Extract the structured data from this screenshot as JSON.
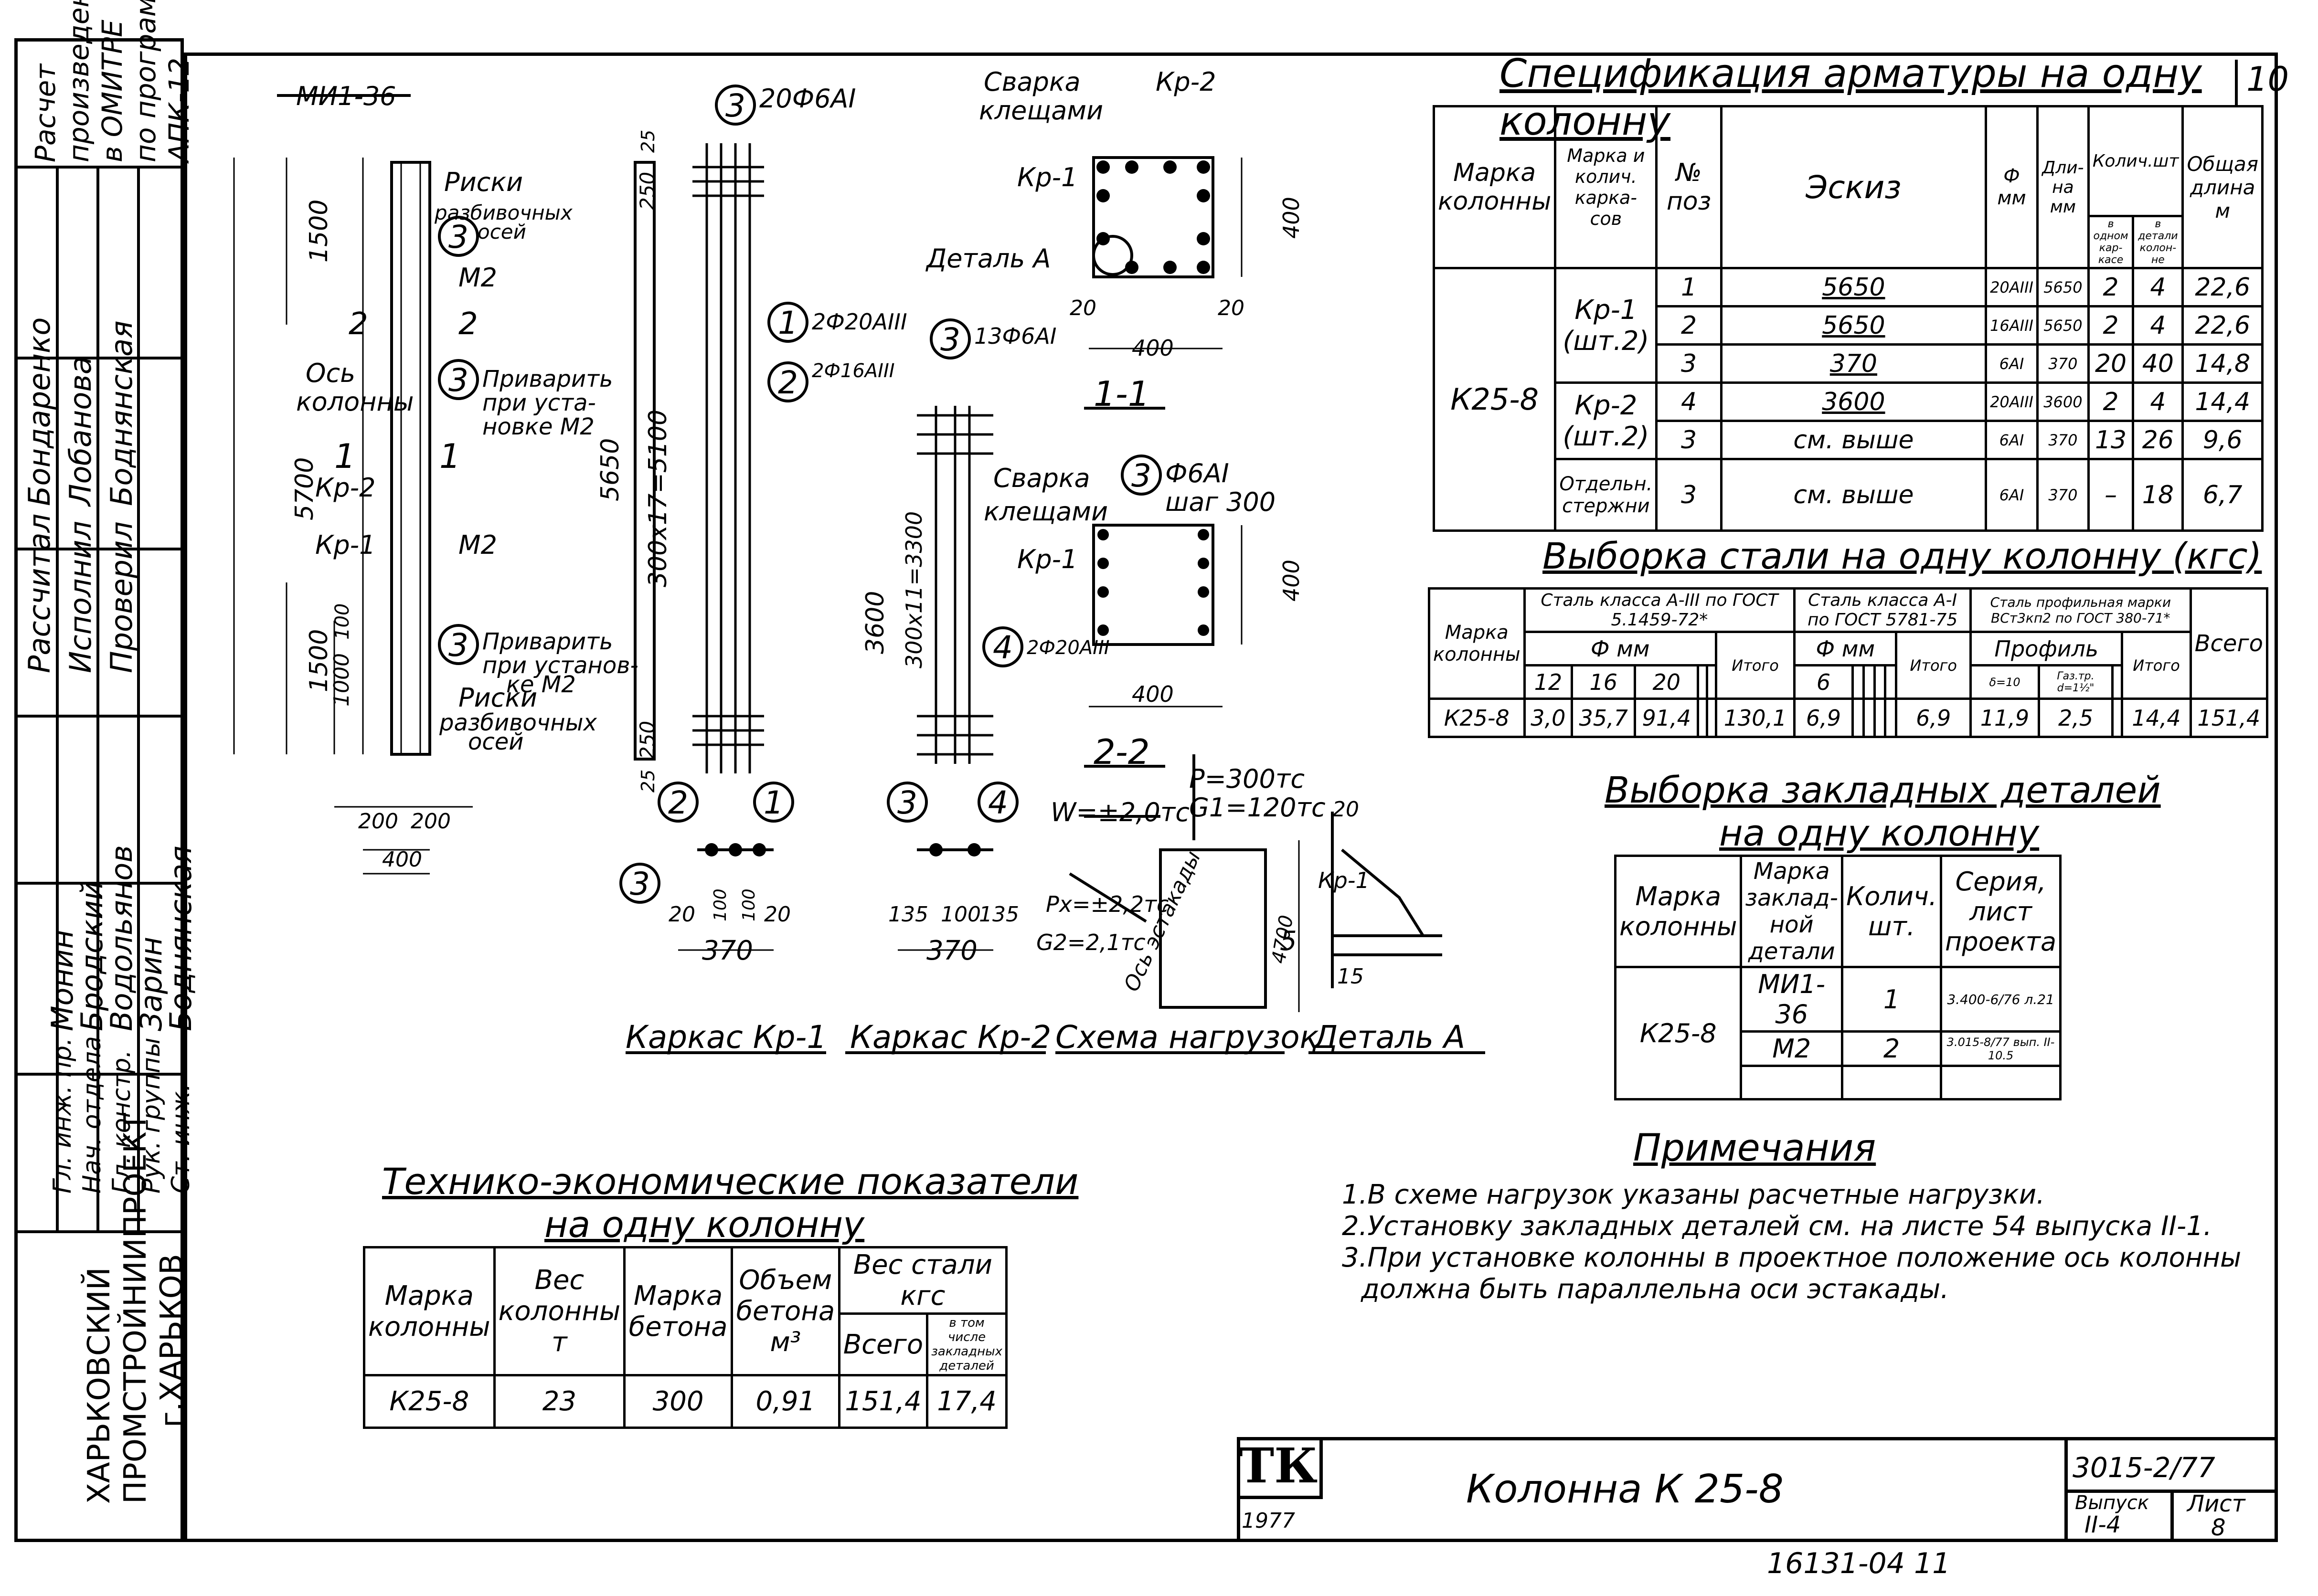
{
  "sheet_number": "10",
  "left_strip": {
    "org": [
      "ХАРЬКОВСКИЙ",
      "ПРОМСТРОЙНИИПРОЕКТ",
      "г.ХАРЬКОВ"
    ],
    "roles": [
      "Гл. инж. пр.",
      "Нач. отдела",
      "Гл. констр.",
      "Рук. группы",
      "Ст. инж."
    ],
    "names1": [
      "Монин",
      "Бродский",
      "Водольянов",
      "Зарин",
      "Боднянская"
    ],
    "names2": [
      "Рассчитал",
      "Исполнил",
      "Проверил"
    ],
    "names3": [
      "Бондаренко",
      "Лобанова",
      "Боднянская"
    ],
    "calc_note": [
      "Расчет",
      "произведен",
      "в ОМИТРЕ",
      "по программе",
      "АПК-12"
    ]
  },
  "drawing": {
    "labels": {
      "mi": "МИ1-36",
      "riski1": "Риски",
      "riski1b": "разбивочных",
      "riski1c": "осей",
      "m2a": "М2",
      "m2b": "М2",
      "privarit1": "Приварить",
      "privarit1b": "при уста-",
      "privarit1c": "новке М2",
      "privarit2": "Приварить",
      "privarit2b": "при установ-",
      "privarit2c": "ке М2",
      "riski2": "Риски",
      "riski2b": "разбивочных",
      "riski2c": "осей",
      "os": "Ось",
      "kolonny": "колонны",
      "kr2": "Кр-2",
      "kr1": "Кр-1",
      "dim_5700": "5700",
      "dim_1500a": "1500",
      "dim_1500b": "1500",
      "dim_1000": "1000",
      "dim_100": "100",
      "dim_200a": "200",
      "dim_200b": "200",
      "dim_400": "400",
      "dim_5650": "5650",
      "dim_300x17": "300х17=5100",
      "dim_250a": "250",
      "dim_250b": "250",
      "dim_25a": "25",
      "dim_25b": "25",
      "pos3_top": "20Ф6АI",
      "pos1": "2Ф20АIII",
      "pos2": "2Ф16АIII",
      "pos3_mid": "13Ф6АI",
      "dim_3600": "3600",
      "dim_300x11": "300х11=3300",
      "pos4": "2Ф20АIII",
      "svarka1": "Сварка",
      "svarka1b": "клещами",
      "kr2_top": "Кр-2",
      "kr1_top": "Кр-1",
      "detal_a": "Деталь А",
      "dim_400_s1": "400",
      "dim_400_s1v": "400",
      "dim_20a": "20",
      "dim_20b": "20",
      "sec_11": "1-1",
      "pos3_step": "Ф6АI",
      "step": "шаг 300",
      "svarka2": "Сварка",
      "svarka2b": "клещами",
      "kr1_s2": "Кр-1",
      "dim_400_s2": "400",
      "dim_400_s2v": "400",
      "sec_22": "2-2",
      "w_load": "W=±2,0тс",
      "p_load": "Р=300тс",
      "g1_load": "G1=120тс",
      "px_load": "Рх=±2,2тс",
      "g2_load": "G2=2,1тс",
      "estakady": "Ось эстакады",
      "dim_4700": "4700",
      "kr1_det": "Кр-1",
      "dim_20det": "20",
      "dim_15": "15",
      "dim_5": "5",
      "kr1_20": "20",
      "kr1_100a": "100",
      "kr1_100b": "100",
      "kr1_20b": "20",
      "kr1_370": "370",
      "kr2_135a": "135",
      "kr2_100": "100",
      "kr2_135b": "135",
      "kr2_370": "370",
      "cap_kr1": "Каркас Кр-1",
      "cap_kr2": "Каркас Кр-2",
      "cap_load": "Схема нагрузок",
      "cap_det": "Деталь А"
    }
  },
  "spec": {
    "title": "Спецификация арматуры на одну колонну",
    "headers": [
      "Марка колонны",
      "Марка и колич. карка-сов",
      "№ поз",
      "Эскиз",
      "Ф мм",
      "Дли-на мм",
      "в одном кар-касе",
      "в детали колон-не",
      "Общая длина м"
    ],
    "count_header": "Колич.шт",
    "mark": "К25-8",
    "groups": [
      "Кр-1 (шт.2)",
      "Кр-2 (шт.2)",
      "Отдельн. стержни"
    ],
    "rows": [
      [
        "1",
        "5650",
        "20АIII",
        "5650",
        "2",
        "4",
        "22,6"
      ],
      [
        "2",
        "5650",
        "16АIII",
        "5650",
        "2",
        "4",
        "22,6"
      ],
      [
        "3",
        "370",
        "6АI",
        "370",
        "20",
        "40",
        "14,8"
      ],
      [
        "4",
        "3600",
        "20АIII",
        "3600",
        "2",
        "4",
        "14,4"
      ],
      [
        "3",
        "см. выше",
        "6АI",
        "370",
        "13",
        "26",
        "9,6"
      ],
      [
        "3",
        "см. выше",
        "6АI",
        "370",
        "–",
        "18",
        "6,7"
      ]
    ]
  },
  "steel": {
    "title": "Выборка стали на одну колонну (кгс)",
    "h_mark": "Марка колонны",
    "h_a3": "Сталь класса А-III по ГОСТ 5.1459-72*",
    "h_a1": "Сталь класса А-I по ГОСТ 5781-75",
    "h_prof": "Сталь профильная марки ВСт3кп2 по ГОСТ 380-71*",
    "h_fmm": "Ф мм",
    "h_fmm2": "Ф мм",
    "h_profile": "Профиль",
    "h_itogo": "Итого",
    "h_itogo2": "Итого",
    "h_itogo3": "Итого",
    "h_vsego": "Всего",
    "d12": "12",
    "d16": "16",
    "d20": "20",
    "d6": "6",
    "p1": "δ=10",
    "p2": "Газ.тр. d=1½\"",
    "row": [
      "К25-8",
      "3,0",
      "35,7",
      "91,4",
      "",
      "",
      "130,1",
      "6,9",
      "",
      "",
      "",
      "",
      "6,9",
      "11,9",
      "2,5",
      "",
      "14,4",
      "151,4"
    ]
  },
  "embedded": {
    "title1": "Выборка закладных деталей",
    "title2": "на одну колонну",
    "headers": [
      "Марка колонны",
      "Марка заклад-ной детали",
      "Колич. шт.",
      "Серия, лист проекта"
    ],
    "mark": "К25-8",
    "rows": [
      [
        "МИ1-36",
        "1",
        "3.400-6/76 л.21"
      ],
      [
        "М2",
        "2",
        "3.015-8/77 вып. II-10.5"
      ]
    ]
  },
  "notes": {
    "title": "Примечания",
    "items": [
      "1.В схеме нагрузок указаны расчетные нагрузки.",
      "2.Установку закладных деталей см. на листе 54 выпуска II-1.",
      "3.При установке колонны в проектное положение ось колонны",
      "должна быть параллельна оси эстакады."
    ]
  },
  "tech": {
    "title1": "Технико-экономические показатели",
    "title2": "на одну колонну",
    "headers": [
      "Марка колонны",
      "Вес колонны т",
      "Марка бетона",
      "Объем бетона м³",
      "Вес стали кгс",
      "Всего",
      "в том числе закладных деталей"
    ],
    "row": [
      "К25-8",
      "23",
      "300",
      "0,91",
      "151,4",
      "17,4"
    ]
  },
  "stamp": {
    "logo": "ТК",
    "year": "1977",
    "title": "Колонна К 25-8",
    "series": "3015-2/77",
    "vyp_label": "Выпуск",
    "vyp": "II-4",
    "list_label": "Лист",
    "list": "8"
  },
  "bottom_code": "16131-04   11"
}
